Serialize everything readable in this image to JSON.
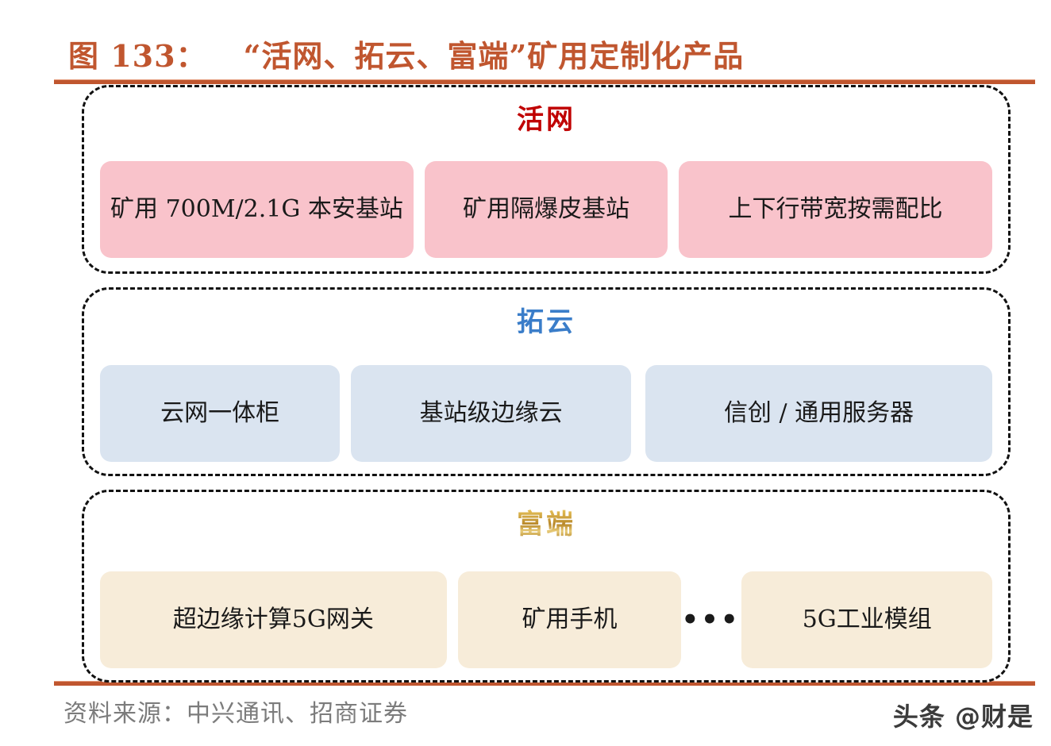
{
  "figure": {
    "number_label": "图 133：",
    "title": "“活网、拓云、富端”矿用定制化产品",
    "title_color": "#c0562f"
  },
  "sections": [
    {
      "heading": "活网",
      "heading_color": "#c00000",
      "card_color": "#f9c3cb",
      "cards": [
        {
          "text": "矿用 700M/2.1G 本安基站"
        },
        {
          "text": "矿用隔爆皮基站"
        },
        {
          "text": "上下行带宽按需配比"
        }
      ]
    },
    {
      "heading": "拓云",
      "heading_color": "#3a7dc9",
      "card_color": "#dae4f0",
      "cards": [
        {
          "text": "云网一体柜"
        },
        {
          "text": "基站级边缘云"
        },
        {
          "text": "信创 / 通用服务器"
        }
      ]
    },
    {
      "heading": "富端",
      "heading_color": "#c79b2b",
      "card_color": "#f7ecd9",
      "ellipsis": "•••",
      "cards": [
        {
          "text": "超边缘计算5G网关"
        },
        {
          "text": "矿用手机"
        },
        {
          "text": "5G工业模组"
        }
      ]
    }
  ],
  "footer": {
    "source": "资料来源：中兴通讯、招商证券",
    "watermark": "头条 @财是"
  }
}
